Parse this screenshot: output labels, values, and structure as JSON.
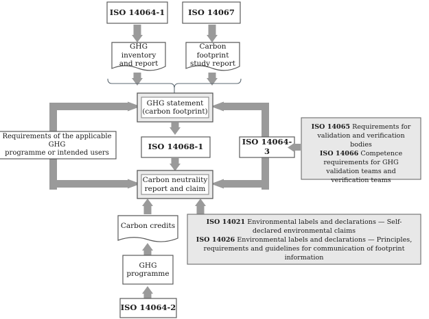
{
  "diagram": {
    "title": "ISO carbon neutrality standards relationship diagram",
    "colors": {
      "arrow_gray": "#9a9a9a",
      "box_border": "#595959",
      "panel_fill": "#e8e8e8",
      "inner_fill": "#ebebeb",
      "text": "#1a1a1a",
      "bracket": "#5b6770"
    },
    "nodes": {
      "iso_14064_1": "ISO 14064-1",
      "iso_14067": "ISO 14067",
      "ghg_inventory": "GHG inventory\nand report",
      "ghg_inventory_line1": "GHG inventory",
      "ghg_inventory_line2": "and report",
      "carbon_footprint_study_line1": "Carbon footprint",
      "carbon_footprint_study_line2": "study report",
      "ghg_statement_line1": "GHG statement",
      "ghg_statement_line2": "(carbon footprint)",
      "requirements_line1": "Requirements of the applicable GHG",
      "requirements_line2": "programme or intended users",
      "iso_14068_1": "ISO 14068-1",
      "iso_14064_3": "ISO 14064-3",
      "carbon_neutrality_line1": "Carbon neutrality",
      "carbon_neutrality_line2": "report and claim",
      "carbon_credits": "Carbon credits",
      "ghg_programme_line1": "GHG",
      "ghg_programme_line2": "programme",
      "iso_14064_2": "ISO 14064-2"
    },
    "right_panel": {
      "entry1_code": "ISO 14065",
      "entry1_text": " Requirements for validation and verification bodies",
      "entry2_code": "ISO 14066",
      "entry2_text": " Competence requirements for GHG validation teams and verification teams"
    },
    "bottom_panel": {
      "entry1_code": "ISO 14021",
      "entry1_text": " Environmental labels and declarations — Self-declared environmental claims",
      "entry2_code": "ISO 14026",
      "entry2_text": " Environmental labels and declarations — Principles, requirements and guidelines for communication of footprint information"
    }
  }
}
